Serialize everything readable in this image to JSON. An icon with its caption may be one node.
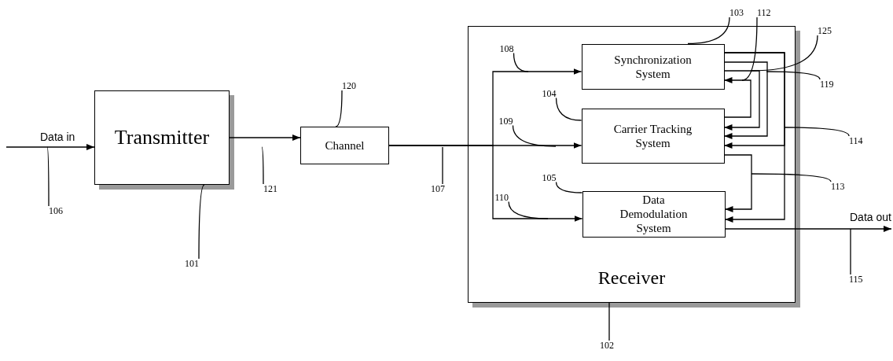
{
  "diagram": {
    "nodes": [
      {
        "text": [
          "Transmitter"
        ]
      },
      {
        "text": [
          "Channel"
        ]
      },
      {
        "text": [
          "Receiver"
        ]
      },
      {
        "text": [
          "Synchronization System"
        ],
        "in": 2
      },
      {
        "text": [
          "Carrier Tracking System"
        ],
        "in": 2
      },
      {
        "text": [
          "Data Demodulation System"
        ],
        "in": 2
      },
      {
        "text": [
          "103"
        ]
      },
      {
        "text": [
          "112"
        ]
      },
      {
        "text": [
          "125"
        ]
      },
      {
        "text": [
          "108"
        ],
        "in": 2
      },
      {
        "text": [
          "119"
        ]
      },
      {
        "text": [
          "120"
        ]
      },
      {
        "text": [
          "104"
        ],
        "in": 2
      },
      {
        "text": [
          "109"
        ],
        "in": 2
      },
      {
        "text": [
          "114"
        ]
      },
      {
        "text": [
          "106"
        ]
      },
      {
        "text": [
          "121"
        ]
      },
      {
        "text": [
          "107"
        ]
      },
      {
        "text": [
          "113"
        ]
      },
      {
        "text": [
          "105"
        ],
        "in": 2
      },
      {
        "text": [
          "110"
        ],
        "in": 2
      },
      {
        "text": [
          "115"
        ]
      },
      {
        "text": [
          "101"
        ]
      },
      {
        "text": [
          "102"
        ]
      }
    ],
    "edges": [
      {
        "from": null,
        "to": 0,
        "arrow": "to",
        "label": "Data in"
      },
      {
        "from": 0,
        "to": 1,
        "arrow": "to"
      },
      {
        "from": 1,
        "to": 4,
        "arrow": "to"
      },
      {
        "from": 1,
        "to": 3,
        "arrow": "to"
      },
      {
        "from": 1,
        "to": 5,
        "arrow": "to"
      },
      {
        "from": 4,
        "to": 3,
        "arrow": "to"
      },
      {
        "from": 3,
        "to": 4,
        "arrow": "to"
      },
      {
        "from": 3,
        "to": 4,
        "arrow": "to"
      },
      {
        "from": 3,
        "to": 4,
        "arrow": "to"
      },
      {
        "from": 3,
        "to": 5,
        "arrow": "to"
      },
      {
        "from": 4,
        "to": 5,
        "arrow": "to"
      },
      {
        "from": 5,
        "to": null,
        "arrow": "to",
        "label": "Data out"
      },
      {
        "from": 6,
        "to": 3,
        "arrow": "none"
      },
      {
        "from": 7,
        "to": null,
        "arrow": "none"
      },
      {
        "from": 8,
        "to": null,
        "arrow": "none"
      },
      {
        "from": 9,
        "to": null,
        "arrow": "none"
      },
      {
        "from": 10,
        "to": null,
        "arrow": "none"
      },
      {
        "from": 11,
        "to": 1,
        "arrow": "none"
      },
      {
        "from": 12,
        "to": 4,
        "arrow": "none"
      },
      {
        "from": 13,
        "to": null,
        "arrow": "none"
      },
      {
        "from": 14,
        "to": null,
        "arrow": "none"
      },
      {
        "from": 15,
        "to": null,
        "arrow": "none"
      },
      {
        "from": 16,
        "to": null,
        "arrow": "none"
      },
      {
        "from": 17,
        "to": null,
        "arrow": "none"
      },
      {
        "from": 18,
        "to": null,
        "arrow": "none"
      },
      {
        "from": 19,
        "to": 5,
        "arrow": "none"
      },
      {
        "from": 20,
        "to": null,
        "arrow": "none"
      },
      {
        "from": 21,
        "to": null,
        "arrow": "none"
      },
      {
        "from": 22,
        "to": 0,
        "arrow": "none"
      },
      {
        "from": 23,
        "to": 2,
        "arrow": "none"
      }
    ]
  }
}
